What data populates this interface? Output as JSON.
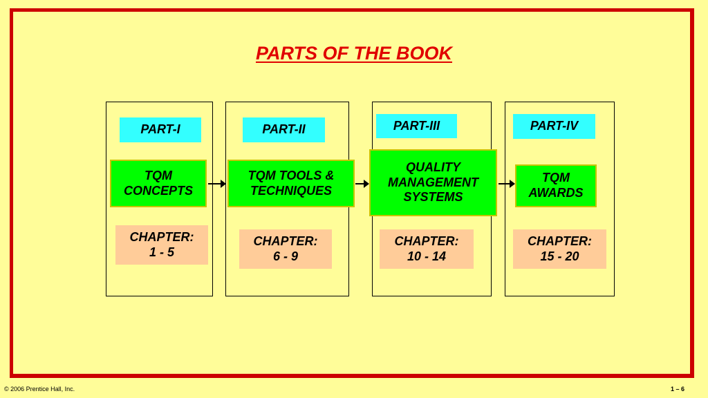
{
  "title": "PARTS OF THE BOOK",
  "parts": [
    {
      "part": "PART-I",
      "topic": "TQM\nCONCEPTS",
      "chapter": "CHAPTER:\n1 - 5"
    },
    {
      "part": "PART-II",
      "topic": "TQM TOOLS &\nTECHNIQUES",
      "chapter": "CHAPTER:\n6 - 9"
    },
    {
      "part": "PART-III",
      "topic": "QUALITY\nMANAGEMENT\nSYSTEMS",
      "chapter": "CHAPTER:\n10 - 14"
    },
    {
      "part": "PART-IV",
      "topic": "TQM\nAWARDS",
      "chapter": "CHAPTER:\n15 - 20"
    }
  ],
  "footer": {
    "copyright": "© 2006 Prentice Hall, Inc.",
    "page": "1 – 6"
  },
  "colors": {
    "title": "#e00000",
    "border": "#cc0000",
    "part_box": "#33ffff",
    "topic_box": "#00ff00",
    "chapter_box": "#ffcc99",
    "background": "#fffd99"
  }
}
